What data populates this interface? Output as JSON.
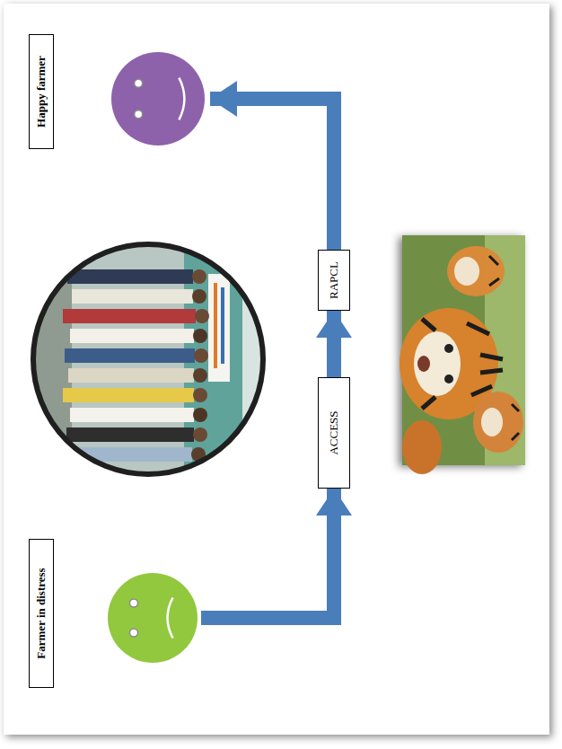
{
  "diagram": {
    "nodes": [
      {
        "text": [
          "Farmer in distress"
        ]
      },
      {
        "text": [
          "ACCESS"
        ]
      },
      {
        "text": [
          "RAPCL"
        ]
      },
      {
        "text": [
          "Happy farmer"
        ]
      }
    ],
    "edges": [
      {
        "from": 0,
        "to": 1,
        "arrow": "to"
      },
      {
        "from": 1,
        "to": 2,
        "arrow": "to"
      },
      {
        "from": 2,
        "to": 3,
        "arrow": "to"
      }
    ]
  }
}
